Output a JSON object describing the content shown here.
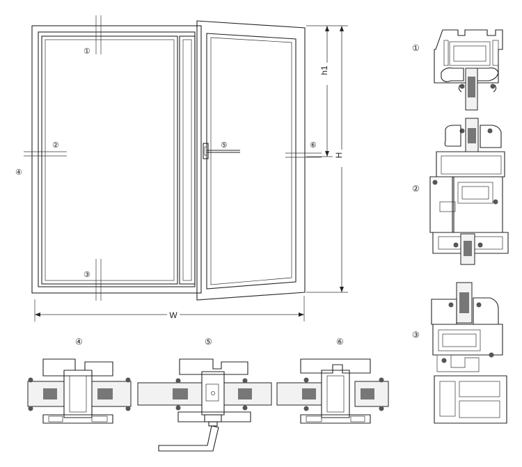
{
  "labels": {
    "width": "W",
    "height": "H",
    "sash_height": "h1"
  },
  "section_markers": [
    "①",
    "②",
    "③",
    "④",
    "⑤",
    "⑥"
  ]
}
